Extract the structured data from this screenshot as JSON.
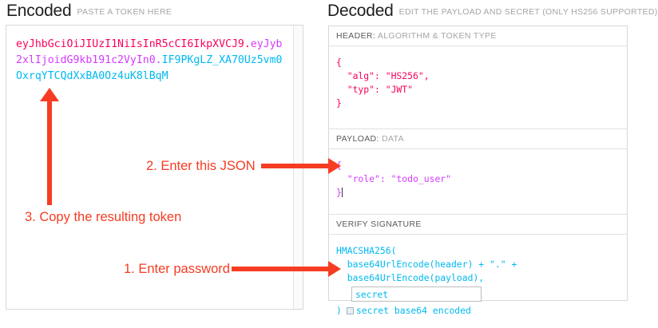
{
  "encoded": {
    "title": "Encoded",
    "subtitle": "PASTE A TOKEN HERE",
    "token": {
      "header": "eyJhbGciOiJIUzI1NiIsInR5cCI6IkpXVCJ9",
      "dot1": ".",
      "payload": "eyJyb2xlIjoidG9kb191c2VyIn0",
      "dot2": ".",
      "signature": "IF9PKgLZ_XA70Uz5vm0OxrqYTCQdXxBA0Oz4uK8lBqM"
    },
    "colors": {
      "header": "#fb015b",
      "payload": "#d63aff",
      "signature": "#00b9f1"
    }
  },
  "decoded": {
    "title": "Decoded",
    "subtitle": "EDIT THE PAYLOAD AND SECRET (ONLY HS256 SUPPORTED)",
    "sections": {
      "header": {
        "label_strong": "HEADER:",
        "label_muted": "ALGORITHM & TOKEN TYPE",
        "content": "{\n  \"alg\": \"HS256\",\n  \"typ\": \"JWT\"\n}"
      },
      "payload": {
        "label_strong": "PAYLOAD:",
        "label_muted": "DATA",
        "content": "{\n  \"role\": \"todo_user\"\n}"
      },
      "signature": {
        "label_strong": "VERIFY SIGNATURE",
        "label_muted": "",
        "line1": "HMACSHA256(",
        "line2": "  base64UrlEncode(header) + \".\" +",
        "line3": "  base64UrlEncode(payload),",
        "secret_value": "secret",
        "close_paren": ")",
        "checkbox_label": "secret base64 encoded",
        "checkbox_checked": false
      }
    }
  },
  "annotations": {
    "step1": "1. Enter password",
    "step2": "2. Enter this JSON",
    "step3": "3. Copy the resulting token",
    "color": "#f63c22"
  }
}
